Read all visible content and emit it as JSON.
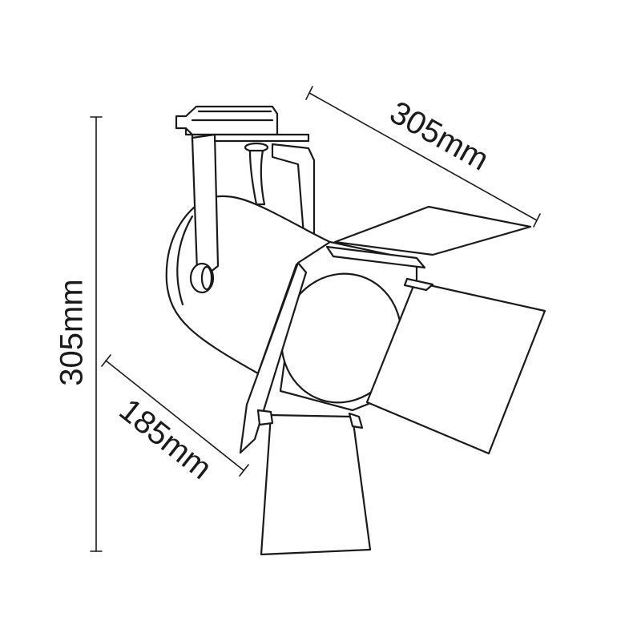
{
  "dimensions": {
    "height_label": "305mm",
    "length_label": "305mm",
    "depth_label": "185mm"
  },
  "colors": {
    "line": "#1a1a1a",
    "background": "#ffffff"
  }
}
